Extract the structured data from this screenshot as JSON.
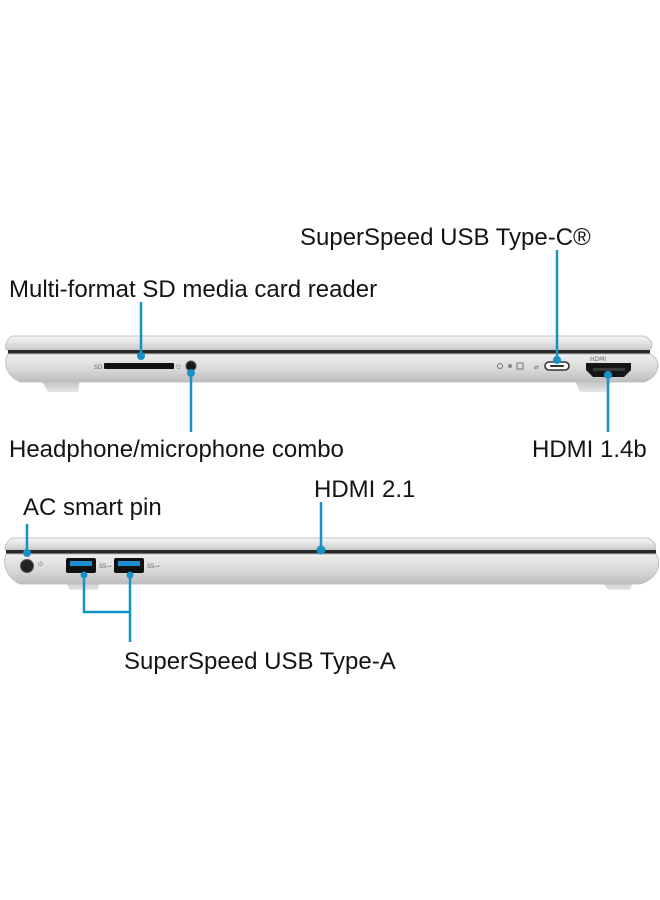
{
  "top_view": {
    "callouts": {
      "usb_c": "SuperSpeed USB Type-C®",
      "sd_reader": "Multi-format SD media card reader",
      "headphone": "Headphone/microphone combo",
      "hdmi": "HDMI 1.4b"
    },
    "port_markings": {
      "sd": "SD",
      "hdmi": "HDMI"
    }
  },
  "bottom_view": {
    "callouts": {
      "ac_pin": "AC smart pin",
      "hdmi": "HDMI 2.1",
      "usb_a": "SuperSpeed USB Type-A"
    },
    "port_markings": {
      "usb_a_1": "SS⇀",
      "usb_a_2": "SS⇀"
    }
  },
  "colors": {
    "callout_line": "#1692c6",
    "chassis_light": "#eeeeee",
    "chassis_mid": "#d4d4d4",
    "chassis_dark": "#1f1f1f",
    "port_black": "#111111",
    "usb_blue": "#1d8fd0"
  }
}
